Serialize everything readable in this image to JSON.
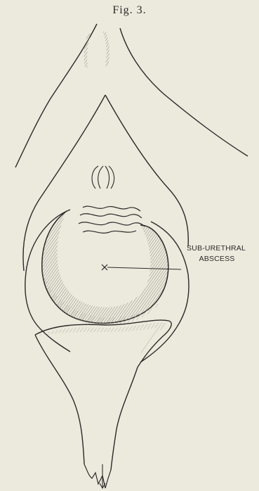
{
  "figure": {
    "title": "Fig. 3.",
    "annotation_line1": "SUB-URETHRAL",
    "annotation_line2": "ABSCESS"
  },
  "colors": {
    "paper": "#ece9dd",
    "ink": "#2a2a28",
    "shading": "#9a978c"
  }
}
